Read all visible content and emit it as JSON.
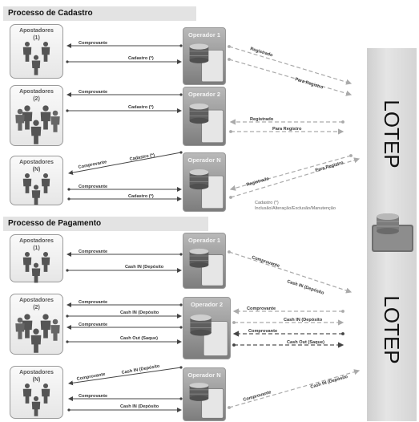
{
  "titles": {
    "cadastro": "Processo de Cadastro",
    "pagamento": "Processo de Pagamento"
  },
  "cadastro": {
    "bettors": [
      {
        "name": "Apostadores",
        "id": "(1)"
      },
      {
        "name": "Apostadores",
        "id": "(2)"
      },
      {
        "name": "Apostadores",
        "id": "(N)"
      }
    ],
    "operators": [
      "Operador 1",
      "Operador 2",
      "Operador N"
    ]
  },
  "pagamento": {
    "bettors": [
      {
        "name": "Apostadores",
        "id": "(1)"
      },
      {
        "name": "Apostadores",
        "id": "(2)"
      },
      {
        "name": "Apostadores",
        "id": "(N)"
      }
    ],
    "operators": [
      "Operador 1",
      "Operador 2",
      "Operador N"
    ]
  },
  "lotep": {
    "top": "LOTEP",
    "bottom": "LOTEP"
  },
  "note": {
    "line1": "Cadastro (*)",
    "line2": "Inclusão/Alteração/Exclusão/Manutenção"
  },
  "flow_labels": {
    "comprovante": "Comprovante",
    "cadastro": "Cadastro (*)",
    "registrado": "Registrado",
    "para_registro": "Para Registro",
    "cash_in": "Cash IN (Depósito",
    "cash_out": "Cash Out (Saque)"
  },
  "colors": {
    "line_dark": "#444444",
    "line_light": "#a8a8a8",
    "operator_fill": "#8c8c8c",
    "panel": "#d6d6d6"
  }
}
